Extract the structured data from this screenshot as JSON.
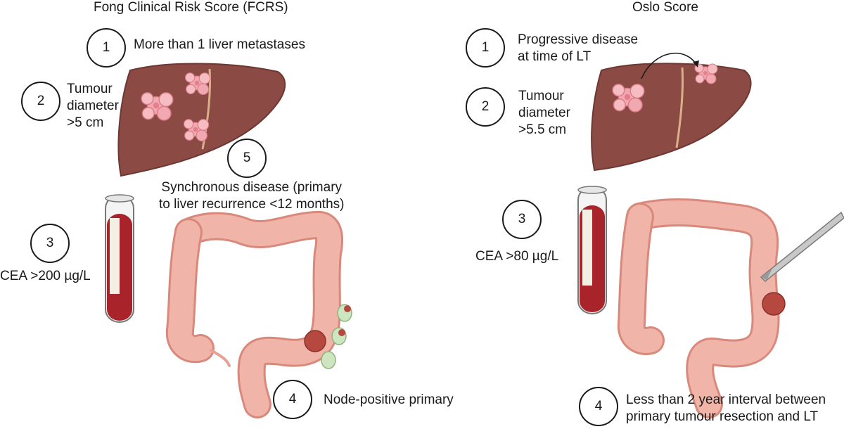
{
  "left_panel": {
    "title": "Fong Clinical Risk Score (FCRS)",
    "criteria": [
      {
        "number": "1",
        "text": "More than 1 liver metastases"
      },
      {
        "number": "2",
        "text": "Tumour\ndiameter\n>5 cm"
      },
      {
        "number": "3",
        "text": "CEA >200 µg/L"
      },
      {
        "number": "4",
        "text": "Node-positive primary"
      },
      {
        "number": "5",
        "text": "Synchronous disease (primary\nto liver recurrence <12 months)"
      }
    ]
  },
  "right_panel": {
    "title": "Oslo Score",
    "criteria": [
      {
        "number": "1",
        "text": "Progressive disease\nat time of LT"
      },
      {
        "number": "2",
        "text": "Tumour\ndiameter\n>5.5 cm"
      },
      {
        "number": "3",
        "text": "CEA >80 µg/L"
      },
      {
        "number": "4",
        "text": "Less than 2 year interval between\nprimary tumour resection and LT"
      }
    ]
  },
  "colors": {
    "liver": "#8b4a44",
    "tumour": "#f2a8b0",
    "blood": "#a8232a",
    "colon": "#f0b4a8",
    "node": "#cde6c0"
  }
}
